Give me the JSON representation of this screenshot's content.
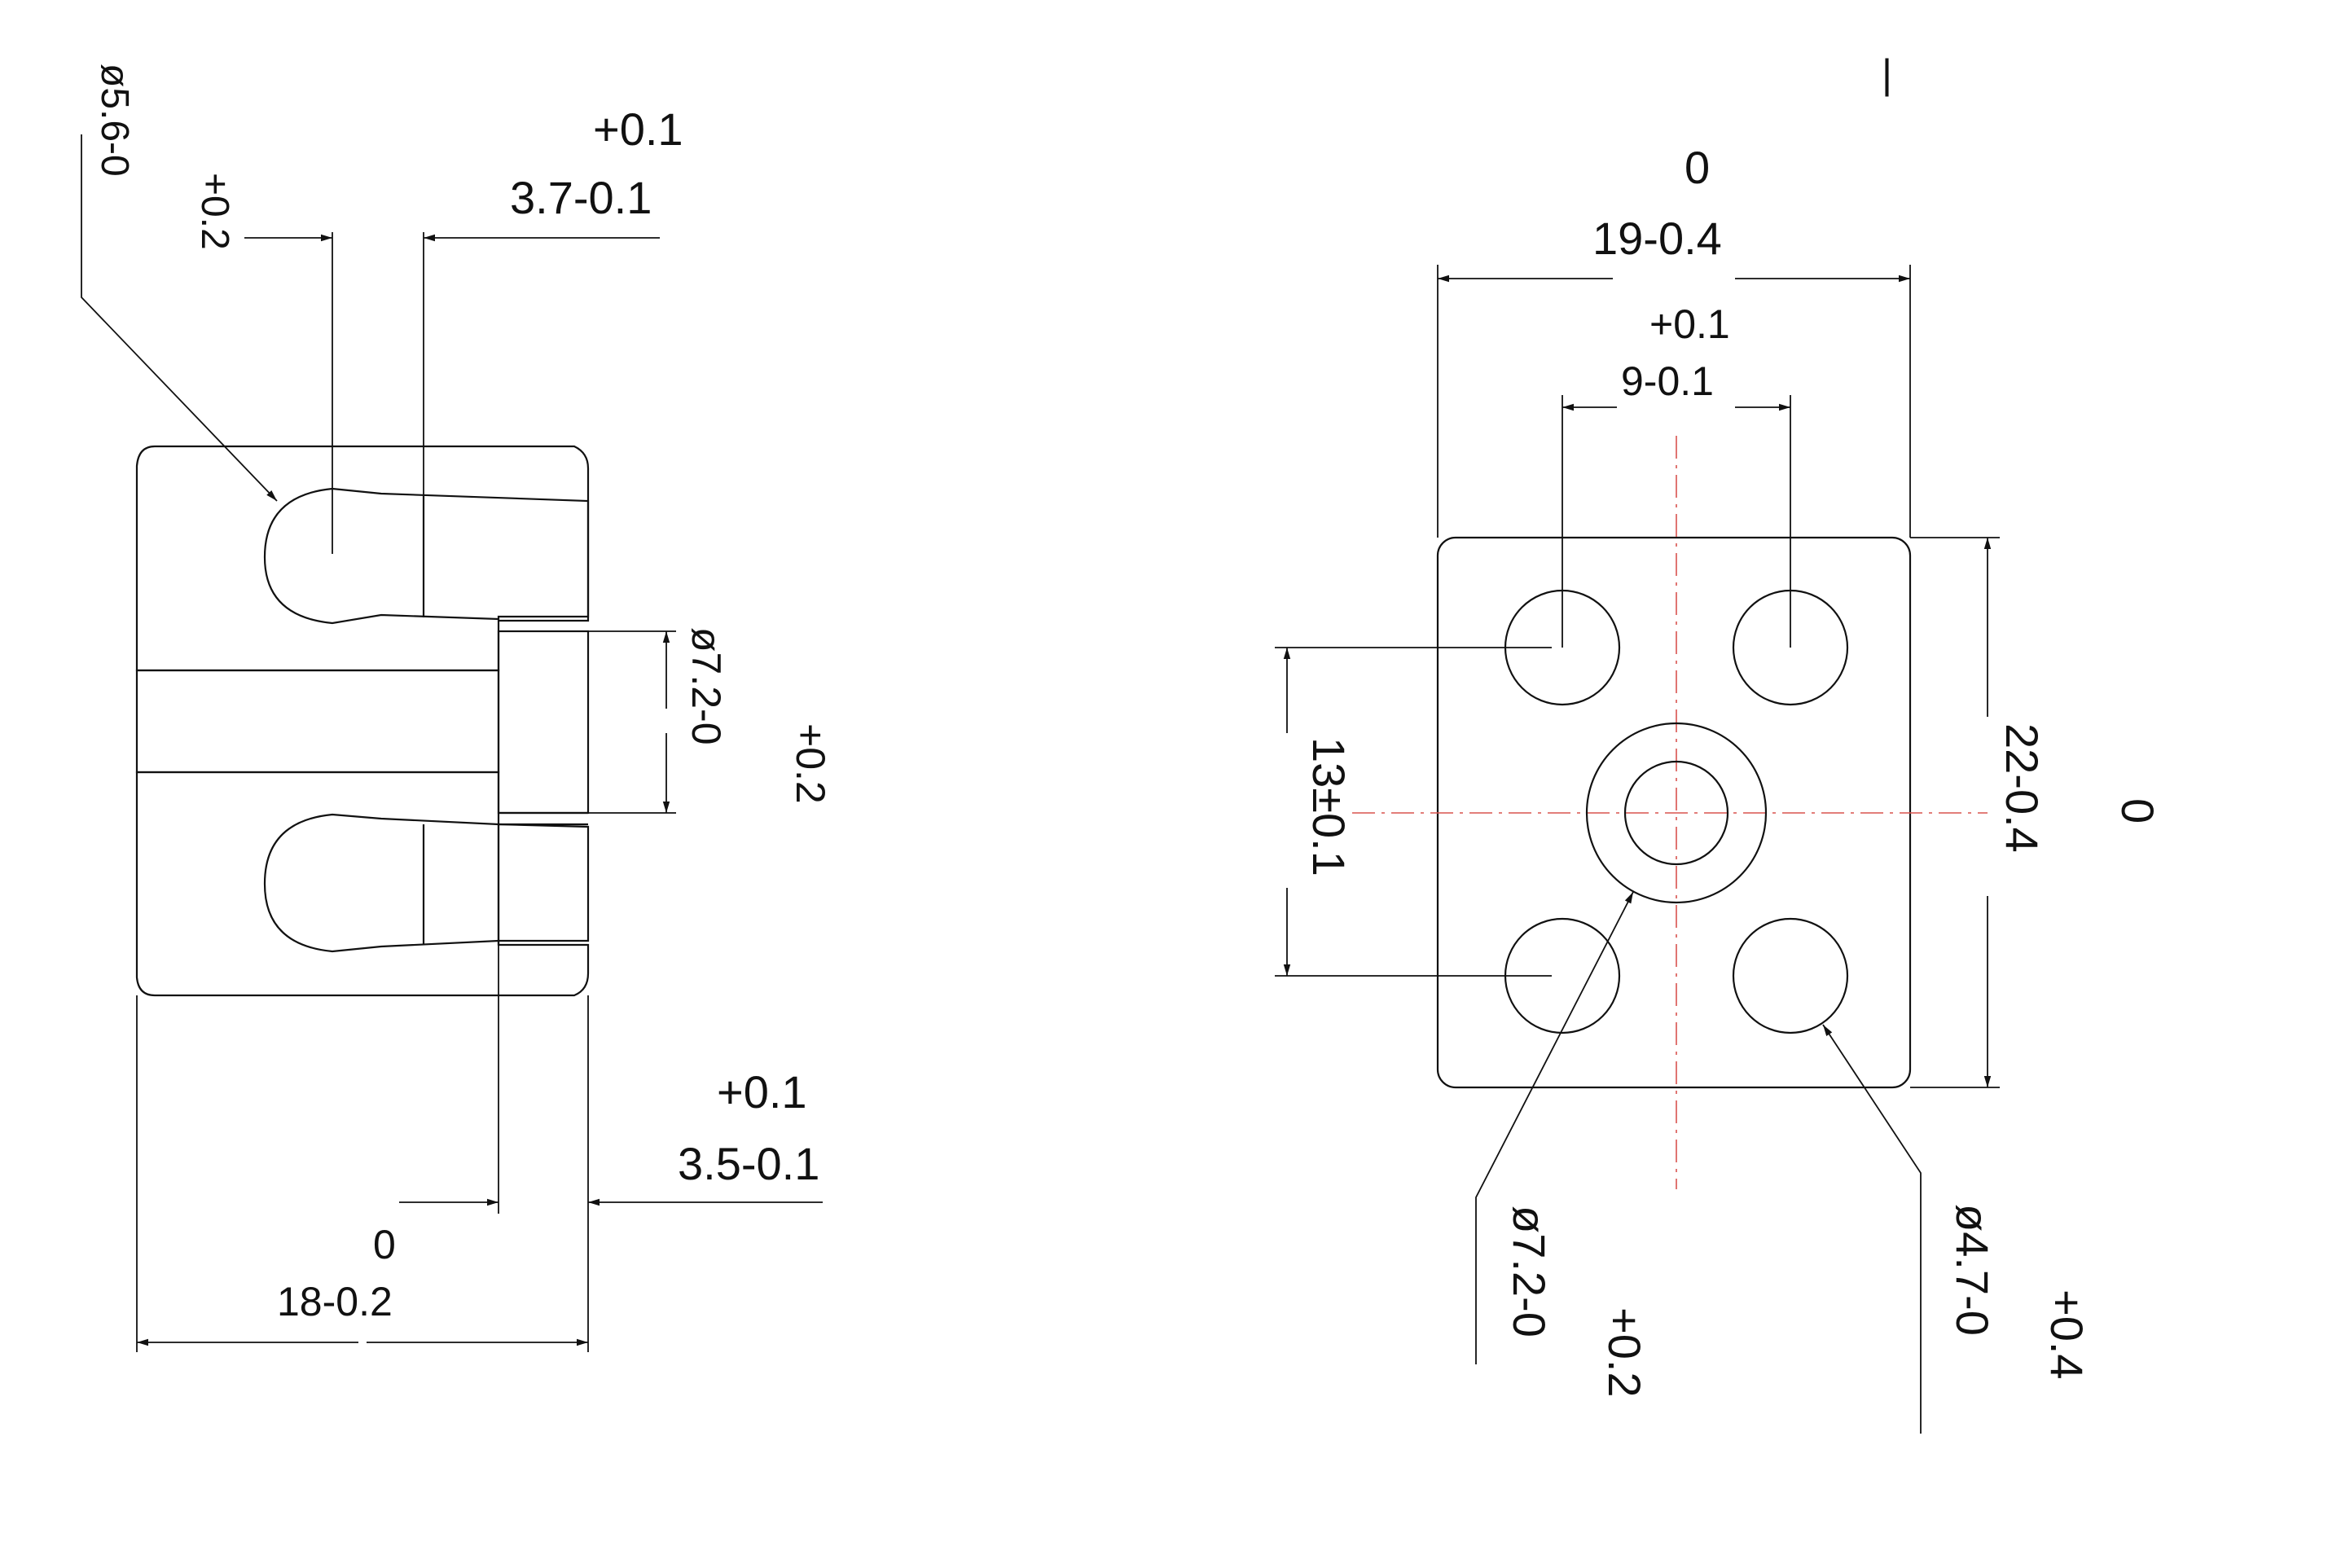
{
  "section_view": {
    "dim_phi56": {
      "main": "ø5.6-0",
      "upper": "+0.2"
    },
    "dim_37": {
      "upper": "+0.1",
      "main": "3.7-0.1"
    },
    "dim_phi72": {
      "main": "ø7.2-0",
      "upper": "+0.2"
    },
    "dim_35": {
      "upper": "+0.1",
      "main": "3.5-0.1"
    },
    "dim_18": {
      "upper": "0",
      "main": "18-0.2"
    }
  },
  "front_view": {
    "tick": "|",
    "dim_19": {
      "upper": "0",
      "main": "19-0.4"
    },
    "dim_9": {
      "upper": "+0.1",
      "main": "9-0.1"
    },
    "dim_22": {
      "main": "22-0.4",
      "upper": "0"
    },
    "dim_13": {
      "main": "13±0.1"
    },
    "dim_phi72": {
      "main": "ø7.2-0",
      "upper": "+0.2"
    },
    "dim_phi47": {
      "main": "ø4.7-0",
      "upper": "+0.4"
    }
  },
  "colors": {
    "line": "#111111",
    "centerline": "#d9534f",
    "background": "#ffffff"
  }
}
